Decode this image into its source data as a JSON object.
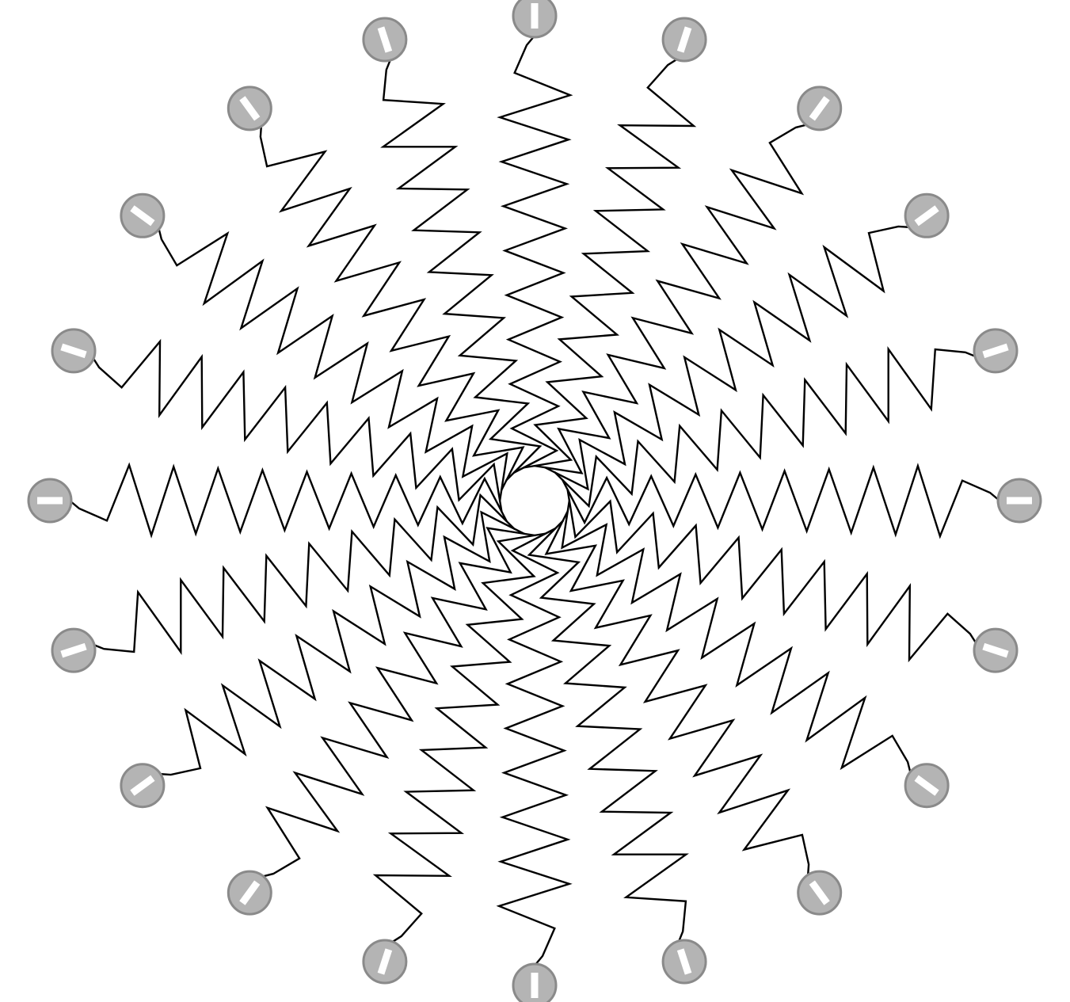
{
  "diagram": {
    "type": "micelle",
    "molecule_count": 20,
    "head_charge": "negative",
    "tail_style": "zigzag-hydrocarbon-chain",
    "colors": {
      "background": "#ffffff",
      "tail_stroke": "#000000",
      "head_fill": "#b4b4b4",
      "head_outline": "#8a8a8a",
      "charge_mark": "#ffffff"
    }
  }
}
